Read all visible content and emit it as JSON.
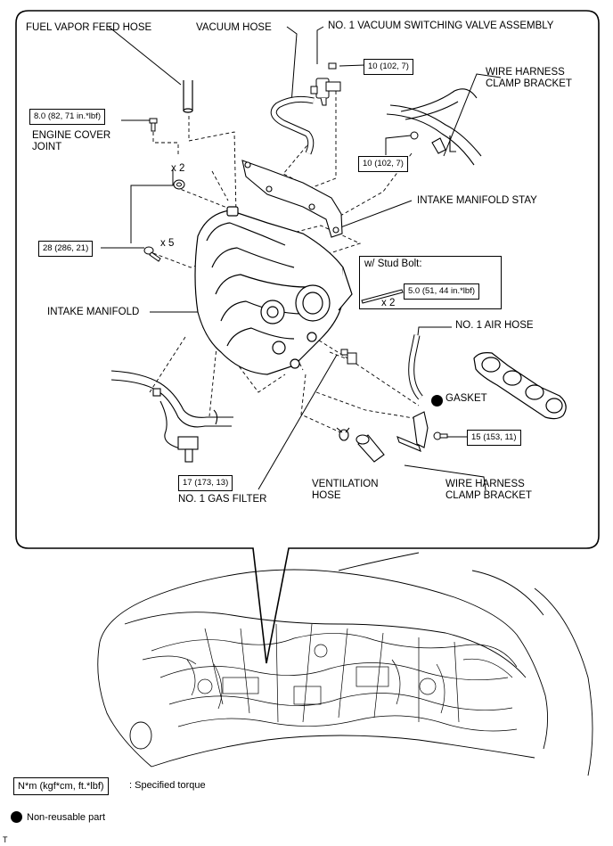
{
  "labels": {
    "fuel_vapor_feed_hose": "FUEL VAPOR FEED HOSE",
    "vacuum_hose": "VACUUM HOSE",
    "vsv_assembly": "NO. 1 VACUUM SWITCHING VALVE ASSEMBLY",
    "wire_harness_bracket_top": "WIRE HARNESS CLAMP BRACKET",
    "engine_cover_joint": "ENGINE COVER JOINT",
    "intake_manifold_stay": "INTAKE MANIFOLD STAY",
    "intake_manifold": "INTAKE MANIFOLD",
    "stud_bolt": "w/ Stud Bolt:",
    "air_hose": "NO. 1 AIR HOSE",
    "gasket": "GASKET",
    "ventilation_hose": "VENTILATION HOSE",
    "wire_harness_bracket_bottom": "WIRE HARNESS CLAMP BRACKET",
    "gas_filter": "NO. 1 GAS FILTER"
  },
  "quantities": {
    "x2_top": "x 2",
    "x5": "x 5",
    "x2_stud": "x 2"
  },
  "torques": {
    "engine_cover_joint": "8.0 (82, 71 in.*lbf)",
    "vsv": "10 (102, 7)",
    "bracket_top": "10 (102, 7)",
    "manifold_bolts": "28 (286, 21)",
    "stud_bolt": "5.0 (51, 44 in.*lbf)",
    "bracket_bottom": "15 (153, 11)",
    "gas_filter": "17 (173, 13)"
  },
  "legend": {
    "torque_unit": "N*m (kgf*cm, ft.*lbf)",
    "torque_desc": ": Specified torque",
    "nonreusable": "Non-reusable part"
  },
  "footer": {
    "code": "T"
  }
}
